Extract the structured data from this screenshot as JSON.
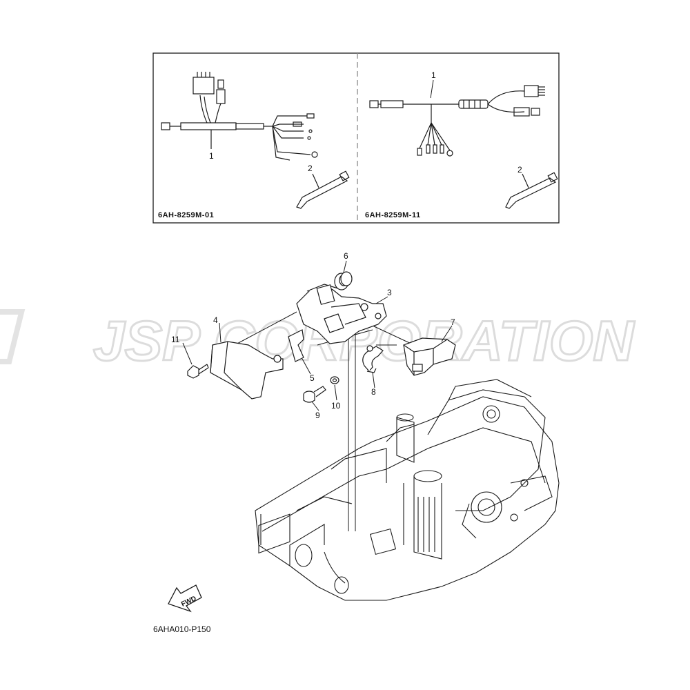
{
  "watermark": {
    "text": "JSP CORPORATION"
  },
  "inset": {
    "left": {
      "code": "6AH-8259M-01",
      "callouts": [
        "1",
        "2"
      ]
    },
    "right": {
      "code": "6AH-8259M-11",
      "callouts": [
        "1",
        "2"
      ]
    }
  },
  "callouts": {
    "c3": "3",
    "c4": "4",
    "c5": "5",
    "c6": "6",
    "c7": "7",
    "c8": "8",
    "c9": "9",
    "c10": "10",
    "c11": "11"
  },
  "fwd_label": "FWD",
  "diagram_code": "6AHA010-P150",
  "colors": {
    "line": "#1a1a1a",
    "watermark": "#e6e6e6",
    "dashed": "#888888"
  }
}
